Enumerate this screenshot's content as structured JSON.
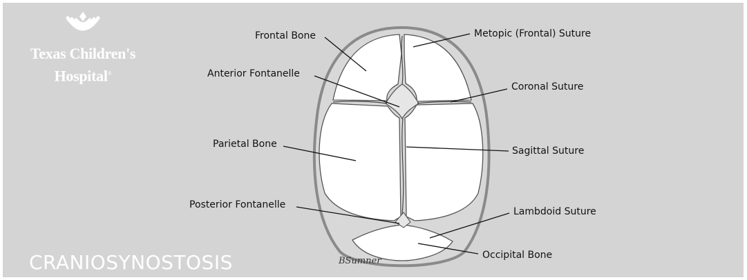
{
  "logo": {
    "name_line1": "Texas Children's",
    "name_line2": "Hospital",
    "registered_mark": "®"
  },
  "title": "CRANIOSYNOSTOSIS",
  "signature": "BSumner",
  "labels": {
    "frontal_bone": "Frontal Bone",
    "metopic_suture": "Metopic (Frontal) Suture",
    "anterior_fontanelle": "Anterior Fontanelle",
    "coronal_suture": "Coronal Suture",
    "parietal_bone": "Parietal Bone",
    "sagittal_suture": "Sagittal Suture",
    "posterior_fontanelle": "Posterior Fontanelle",
    "lambdoid_suture": "Lambdoid Suture",
    "occipital_bone": "Occipital Bone"
  },
  "colors": {
    "panel": "#d4d4d4",
    "skull_outline": "#888888",
    "bone": "#ffffff",
    "leader_line": "#111111"
  }
}
